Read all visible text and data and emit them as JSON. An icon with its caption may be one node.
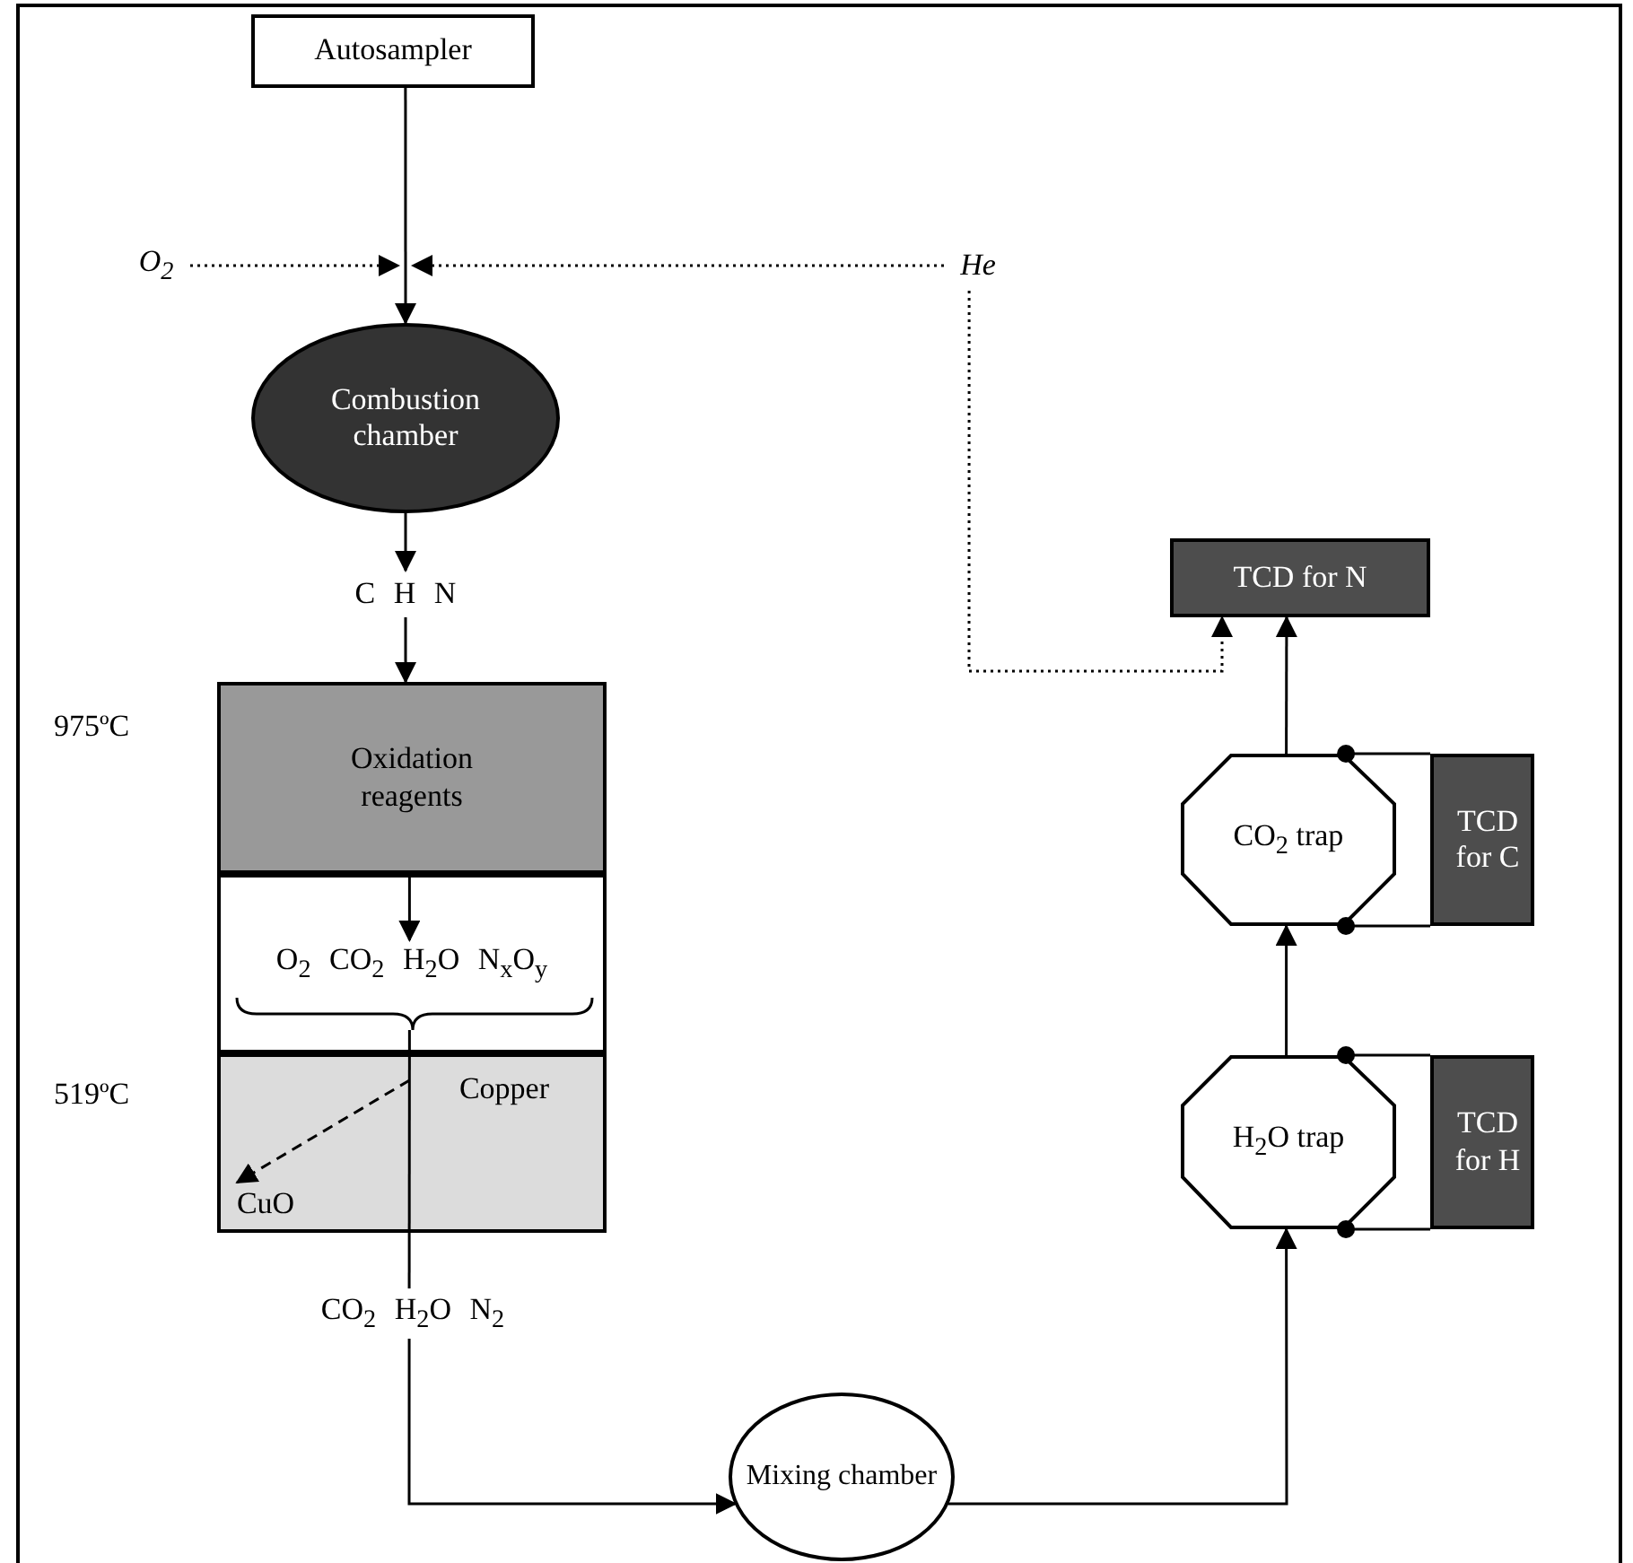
{
  "diagram": {
    "nodes": [
      {
        "text": [
          "Autosampler"
        ]
      },
      {
        "text": [
          "O$_{2}$"
        ]
      },
      {
        "text": [
          "He"
        ]
      },
      {
        "text": [
          "Combustion chamber"
        ]
      },
      {
        "text": [
          "C H N"
        ]
      },
      {
        "text": [
          "Oxidation reagents"
        ]
      },
      {
        "text": [
          "O$_{2}$ CO$_{2}$ H$_{2}$O N$_{x}$O$_{y}$"
        ]
      },
      {
        "text": [
          "Copper"
        ]
      },
      {
        "text": [
          "CuO"
        ],
        "in": 7
      },
      {
        "text": [
          "CO$_{2}$ H$_{2}$O N$_{2}$"
        ]
      },
      {
        "text": [
          "Mixing chamber"
        ]
      },
      {
        "text": [
          "TCD for N"
        ]
      },
      {
        "text": [
          "CO$_{2}$ trap"
        ]
      },
      {
        "text": [
          "TCD for C"
        ]
      },
      {
        "text": [
          "H$_{2}$O trap"
        ]
      },
      {
        "text": [
          "TCD for H"
        ]
      }
    ],
    "edges": [
      {
        "from": 0,
        "to": 3,
        "arrow": "to"
      },
      {
        "from": 1,
        "to": null,
        "arrow": "to",
        "style": "dashed"
      },
      {
        "from": 2,
        "to": null,
        "arrow": "to",
        "style": "dashed"
      },
      {
        "from": 3,
        "to": 4,
        "arrow": "to"
      },
      {
        "from": 4,
        "to": 5,
        "arrow": "to"
      },
      {
        "from": 5,
        "to": 6,
        "arrow": "to"
      },
      {
        "from": 6,
        "to": 9,
        "arrow": "none"
      },
      {
        "from": 6,
        "to": 8,
        "arrow": "to",
        "style": "dashed"
      },
      {
        "from": 9,
        "to": 10,
        "arrow": "to"
      },
      {
        "from": 10,
        "to": 14,
        "arrow": "to"
      },
      {
        "from": 14,
        "to": 12,
        "arrow": "to"
      },
      {
        "from": 12,
        "to": 11,
        "arrow": "to"
      },
      {
        "from": 2,
        "to": 11,
        "arrow": "to",
        "style": "dashed"
      },
      {
        "from": 12,
        "to": 13,
        "arrow": "other"
      },
      {
        "from": 12,
        "to": 13,
        "arrow": "other"
      },
      {
        "from": 14,
        "to": 15,
        "arrow": "other"
      },
      {
        "from": 14,
        "to": 15,
        "arrow": "other"
      }
    ],
    "labels": [
      "975ºC",
      "519ºC"
    ]
  }
}
